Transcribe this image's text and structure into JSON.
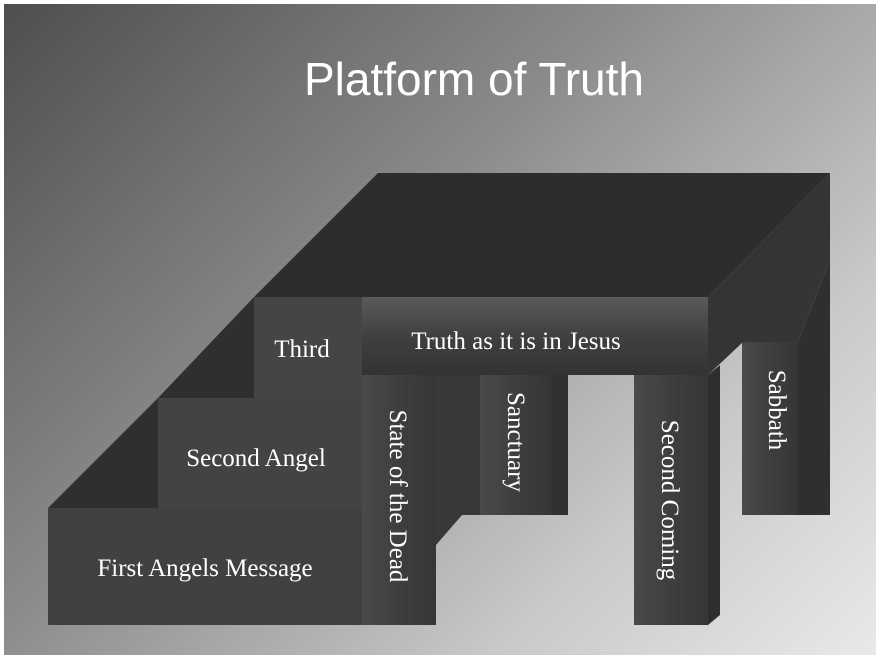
{
  "title": "Platform of Truth",
  "labels": {
    "platform_beam": "Truth as it is in Jesus",
    "step_third": "Third",
    "step_second": "Second Angel",
    "step_first": "First Angels Message",
    "pillar_state_of_the_dead": "State of the Dead",
    "pillar_sanctuary": "Sanctuary",
    "pillar_second_coming": "Second Coming",
    "pillar_sabbath": "Sabbath"
  },
  "colors": {
    "front_face": "#3f3f3f",
    "top_face": "#2e2e2e",
    "side_face": "#353535",
    "text": "#ffffff"
  }
}
